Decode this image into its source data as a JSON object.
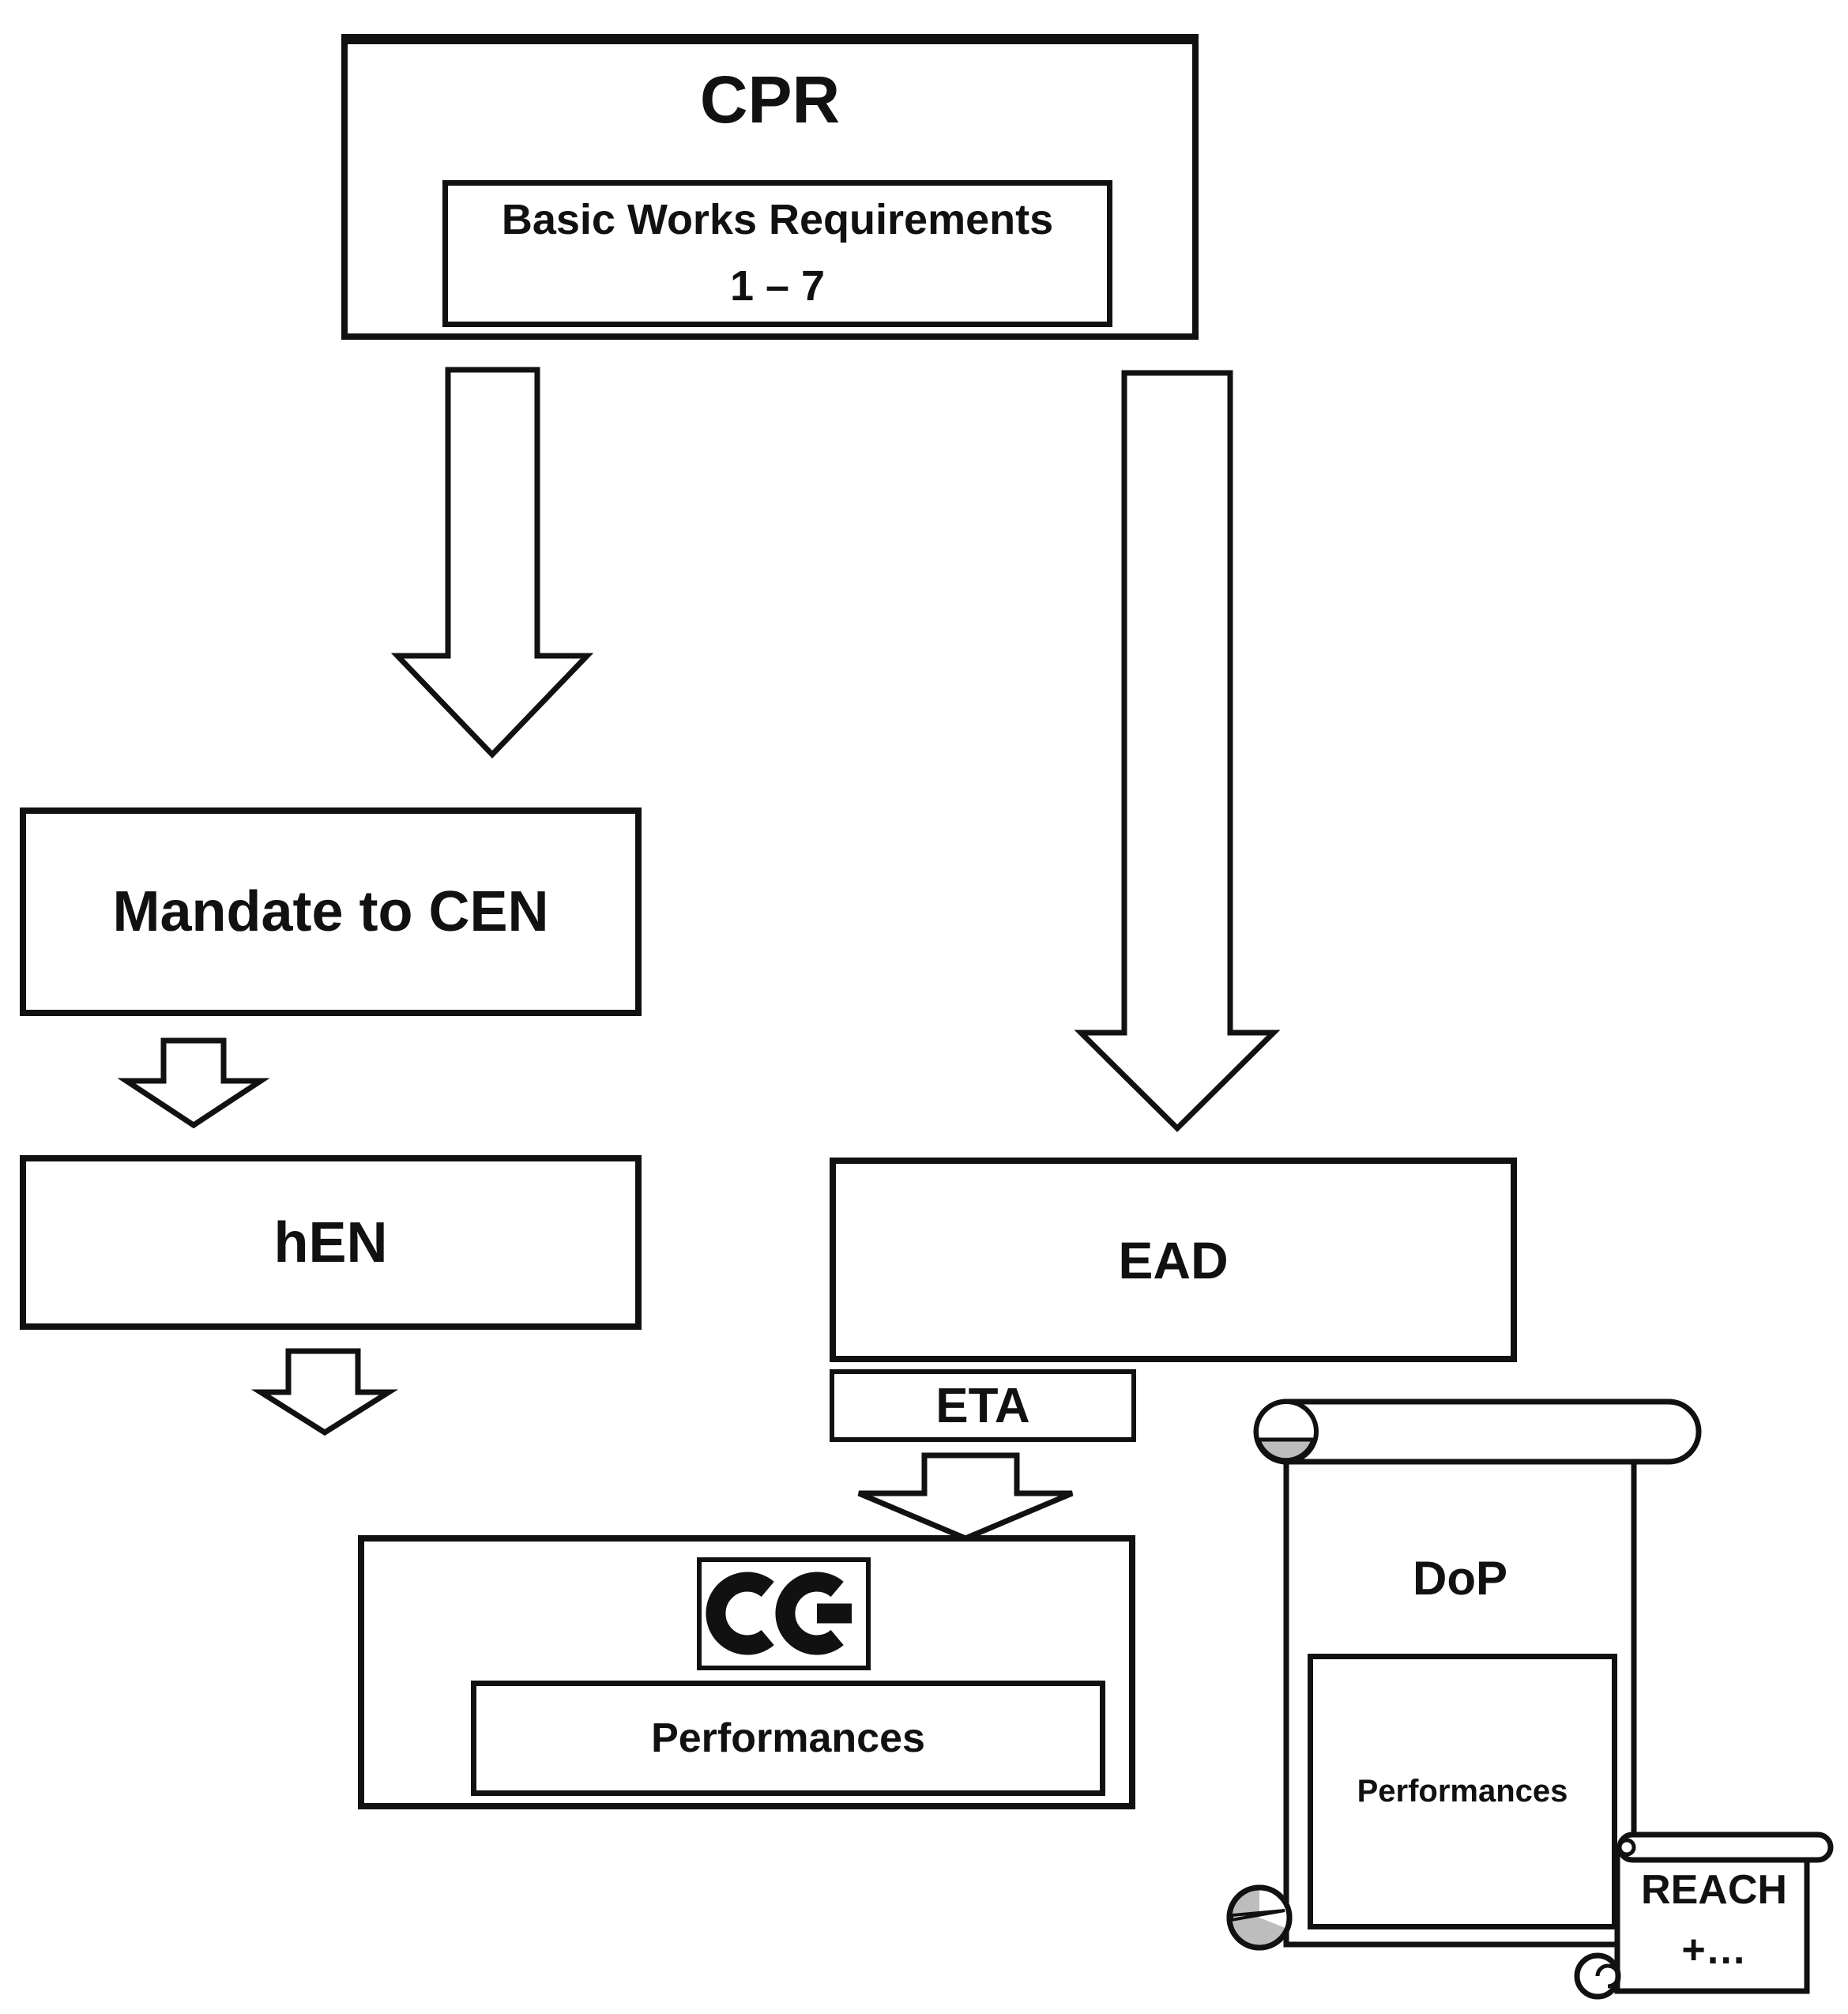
{
  "diagram_title": "CPR conformity flow diagram",
  "colors": {
    "ink": "#111111",
    "paper": "#ffffff",
    "curl_gray": "#bdbdbd"
  },
  "nodes": {
    "cpr": {
      "title": "CPR",
      "req_line1": "Basic Works Requirements",
      "req_line2": "1 – 7"
    },
    "mandate": {
      "label": "Mandate to CEN"
    },
    "hen": {
      "label": "hEN"
    },
    "ead": {
      "label": "EAD"
    },
    "eta": {
      "label": "ETA"
    },
    "ce": {
      "performances": "Performances"
    },
    "dop": {
      "title": "DoP",
      "performances": "Performances"
    },
    "reach": {
      "line1": "REACH",
      "line2": "+…"
    }
  },
  "icons": {
    "ce_mark": "CE conformity marking",
    "dop_scroll": "declaration-of-performance scroll",
    "reach_scroll": "REACH note scroll"
  }
}
